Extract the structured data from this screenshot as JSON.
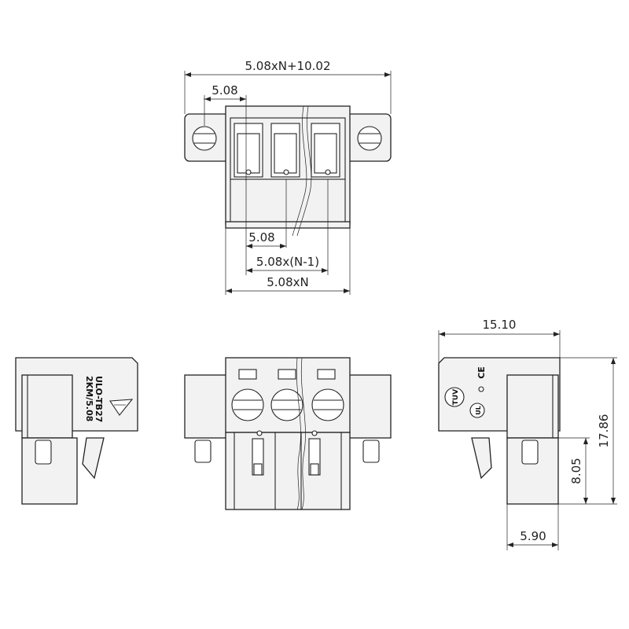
{
  "dimensions": {
    "overall_width": "5.08xN+10.02",
    "pitch_top": "5.08",
    "pitch_bottom": "5.08",
    "span_n_minus_1": "5.08x(N-1)",
    "span_n": "5.08xN",
    "side_depth": "15.10",
    "total_height": "17.86",
    "lower_height": "8.05",
    "pin_offset": "5.90"
  },
  "side_marking": {
    "line1": "ULO-TB27",
    "line2": "2KM/5.08"
  },
  "cert_marks": {
    "tuv": "TUV",
    "ce": "CE",
    "ul": "UL"
  },
  "colors": {
    "line": "#222222",
    "body_fill": "#f2f2f2",
    "background": "#ffffff"
  }
}
